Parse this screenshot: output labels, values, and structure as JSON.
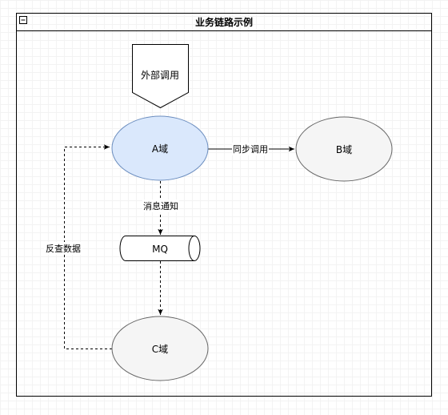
{
  "diagram": {
    "title": "业务链路示例",
    "collapse_icon_symbol": "−",
    "nodes": {
      "external": {
        "label": "外部调用",
        "shape": "offpage-connector"
      },
      "domain_a": {
        "label": "A域",
        "fill": "#dae8fc",
        "stroke": "#6c8ebf"
      },
      "domain_b": {
        "label": "B域",
        "fill": "#f5f5f5",
        "stroke": "#666666"
      },
      "mq": {
        "label": "MQ",
        "shape": "queue"
      },
      "domain_c": {
        "label": "C域",
        "fill": "#f5f5f5",
        "stroke": "#666666"
      }
    },
    "edges": {
      "a_to_b": {
        "label": "同步调用",
        "style": "solid"
      },
      "a_to_mq": {
        "label": "消息通知",
        "style": "dashed"
      },
      "mq_to_c": {
        "label": "",
        "style": "dashed"
      },
      "c_to_a": {
        "label": "反查数据",
        "style": "dashed"
      }
    }
  }
}
